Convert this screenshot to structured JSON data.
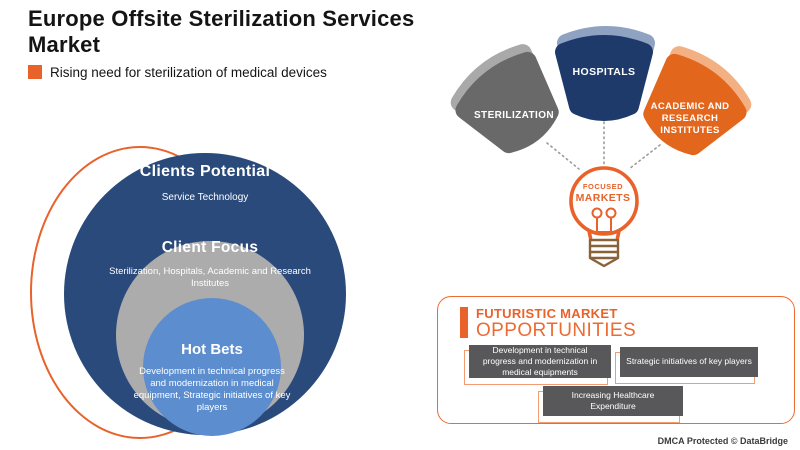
{
  "header": {
    "title": "Europe Offsite Sterilization Services Market",
    "subtitle": "Rising need for sterilization of medical devices"
  },
  "venn": {
    "outer": {
      "title": "Clients Potential",
      "subtitle": "Service Technology"
    },
    "middle": {
      "title": "Client Focus",
      "subtitle": "Sterilization, Hospitals, Academic and Research Institutes"
    },
    "inner": {
      "title": "Hot Bets",
      "subtitle": "Development in technical progress and modernization in medical equipment, Strategic initiatives of key players"
    }
  },
  "focused_markets": {
    "petals": [
      {
        "label": "STERILIZATION",
        "color": "#696969"
      },
      {
        "label": "HOSPITALS",
        "color": "#1E3A6B"
      },
      {
        "label": "ACADEMIC AND RESEARCH INSTITUTES",
        "color": "#E2661C"
      }
    ],
    "bulb_label_line1": "FOCUSED",
    "bulb_label_line2": "MARKETS"
  },
  "opportunities": {
    "heading_line1": "FUTURISTIC MARKET",
    "heading_line2": "OPPORTUNITIES",
    "items": [
      "Development in technical progress and modernization in medical equipments",
      "Strategic initiatives of key players",
      "Increasing Healthcare Expenditure"
    ]
  },
  "footer": {
    "copyright": "DMCA Protected © DataBridge"
  },
  "colors": {
    "accent_orange": "#E8622A",
    "navy_circle": "#2A4A7B",
    "gray_circle": "#ACACAC",
    "inner_blue": "#5C8DCE",
    "box_gray": "#58585A",
    "bulb_base_brown": "#8A6239"
  }
}
